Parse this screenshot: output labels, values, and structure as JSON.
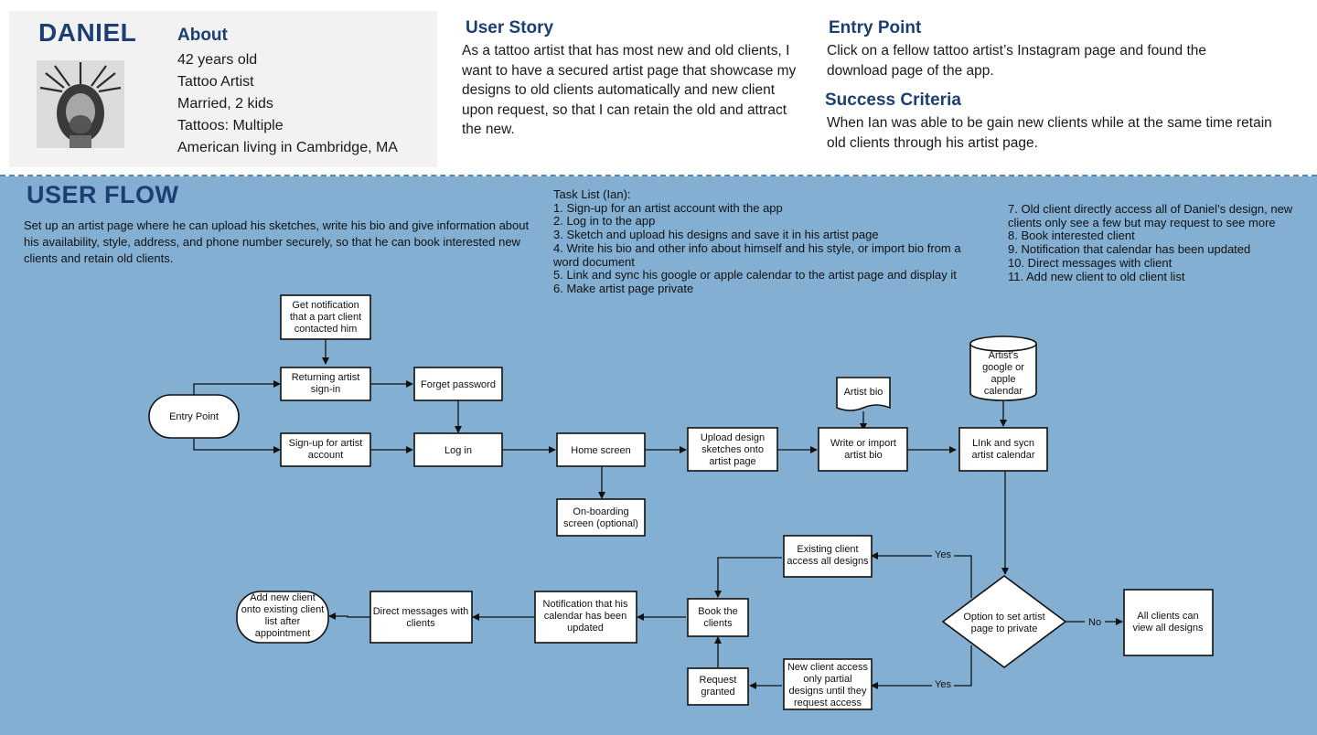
{
  "persona": {
    "name": "DANIEL",
    "about_title": "About",
    "about_items": [
      "42 years old",
      "Tattoo Artist",
      "Married, 2 kids",
      "Tattoos: Multiple",
      "American living in Cambridge, MA"
    ]
  },
  "user_story": {
    "title": "User Story",
    "text": "As a tattoo artist that has most new and old clients, I want to have a secured artist page that showcase my designs to old clients automatically and new client upon request, so that I can retain the old and attract the new."
  },
  "entry_point": {
    "title": "Entry Point",
    "text": "Click on a fellow tattoo artist’s Instagram page and found the download page of the app."
  },
  "success_criteria": {
    "title": "Success Criteria",
    "text": "When Ian was able to be gain new clients while at the same time retain old clients through his artist page."
  },
  "user_flow": {
    "title": "USER FLOW",
    "description": "Set up an artist page where he can upload his sketches, write his bio and give information about his availability, style, address, and phone number securely, so that he can book interested new clients and retain old clients."
  },
  "task_list": {
    "heading": "Task List (Ian):",
    "items_left": [
      "1. Sign-up for an artist account with the app",
      "2. Log in to the app",
      "3. Sketch and upload his designs and save it in his artist page",
      "4. Write his bio and other info about himself and his style, or import bio from a",
      "word document",
      "5. Link and sync his google or apple calendar to the artist page and display it",
      "6. Make artist page private"
    ],
    "items_right": [
      "7. Old client directly access all of Daniel’s design, new",
      "clients only see a few but may request to see more",
      "8. Book interested client",
      "9. Notification that calendar has been updated",
      "10. Direct messages with client",
      "11. Add new client to old client list"
    ]
  },
  "flowchart": {
    "nodes": {
      "get_notification": [
        "Get notification",
        "that a part client",
        "contacted him"
      ],
      "returning_signin": [
        "Returning artist",
        "sign-in"
      ],
      "forget_password": [
        "Forget password"
      ],
      "entry_point": [
        "Entry Point"
      ],
      "signup": [
        "Sign-up for artist",
        "account"
      ],
      "login": [
        "Log in"
      ],
      "home": [
        "Home screen"
      ],
      "onboarding": [
        "On-boarding",
        "screen (optional)"
      ],
      "upload": [
        "Upload design",
        "sketches onto",
        "artist page"
      ],
      "artist_bio": [
        "Artist bio"
      ],
      "write_bio": [
        "Write or import",
        "artist bio"
      ],
      "calendar_db": [
        "Artist's",
        "google or",
        "apple",
        "calendar"
      ],
      "link_calendar": [
        "LInk and sycn",
        "artist calendar"
      ],
      "decision": [
        "Option to set artist",
        "page to private"
      ],
      "all_clients": [
        "All clients can",
        "view all designs"
      ],
      "existing_client": [
        "Existing client",
        "access all designs"
      ],
      "new_client": [
        "New client access",
        "only partial",
        "designs until they",
        "request access"
      ],
      "request_granted": [
        "Request",
        "granted"
      ],
      "book_clients": [
        "Book the",
        "clients"
      ],
      "notification_calendar": [
        "Notification that his",
        "calendar has been",
        "updated"
      ],
      "direct_messages": [
        "Direct messages with",
        "clients"
      ],
      "add_client": [
        "Add new client",
        "onto existing client",
        "list after",
        "appointment"
      ]
    },
    "edge_labels": {
      "yes_top": "Yes",
      "yes_bottom": "Yes",
      "no": "No"
    }
  }
}
